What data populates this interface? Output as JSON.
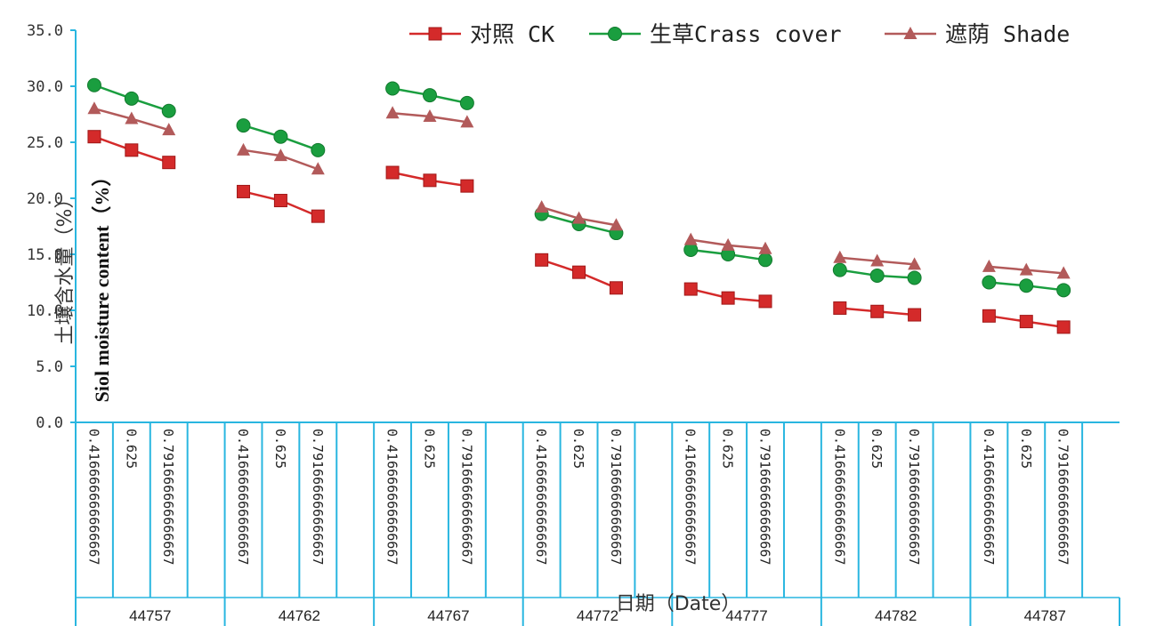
{
  "chart_data": {
    "type": "line",
    "title": "",
    "ylabel_cn": "土壤含水量（%）",
    "ylabel_en": "Siol moisture content（%）",
    "xlabel": "日期（Date）",
    "ylim": [
      0,
      35
    ],
    "yticks": [
      "0.0",
      "5.0",
      "10.0",
      "15.0",
      "20.0",
      "25.0",
      "30.0",
      "35.0"
    ],
    "groups": [
      "44757",
      "44762",
      "44767",
      "44772",
      "44777",
      "44782",
      "44787"
    ],
    "times": [
      "0.416666666666667",
      "0.625",
      "0.791666666666667"
    ],
    "legend_position": "top-right",
    "series": [
      {
        "name": "对照 CK",
        "color": "#d42a2a",
        "marker": "square",
        "values": [
          [
            25.5,
            24.3,
            23.2
          ],
          [
            20.6,
            19.8,
            18.4
          ],
          [
            22.3,
            21.6,
            21.1
          ],
          [
            14.5,
            13.4,
            12.0
          ],
          [
            11.9,
            11.1,
            10.8
          ],
          [
            10.2,
            9.9,
            9.6
          ],
          [
            9.5,
            9.0,
            8.5
          ]
        ]
      },
      {
        "name": "生草Crass cover",
        "color": "#1a9e3f",
        "marker": "circle",
        "values": [
          [
            30.1,
            28.9,
            27.8
          ],
          [
            26.5,
            25.5,
            24.3
          ],
          [
            29.8,
            29.2,
            28.5
          ],
          [
            18.6,
            17.7,
            16.9
          ],
          [
            15.4,
            15.0,
            14.5
          ],
          [
            13.6,
            13.1,
            12.9
          ],
          [
            12.5,
            12.2,
            11.8
          ]
        ]
      },
      {
        "name": "遮荫 Shade",
        "color": "#b25a5a",
        "marker": "triangle",
        "values": [
          [
            28.0,
            27.1,
            26.1
          ],
          [
            24.3,
            23.8,
            22.6
          ],
          [
            27.6,
            27.3,
            26.8
          ],
          [
            19.2,
            18.2,
            17.6
          ],
          [
            16.3,
            15.8,
            15.5
          ],
          [
            14.7,
            14.4,
            14.1
          ],
          [
            13.9,
            13.6,
            13.3
          ]
        ]
      }
    ]
  }
}
